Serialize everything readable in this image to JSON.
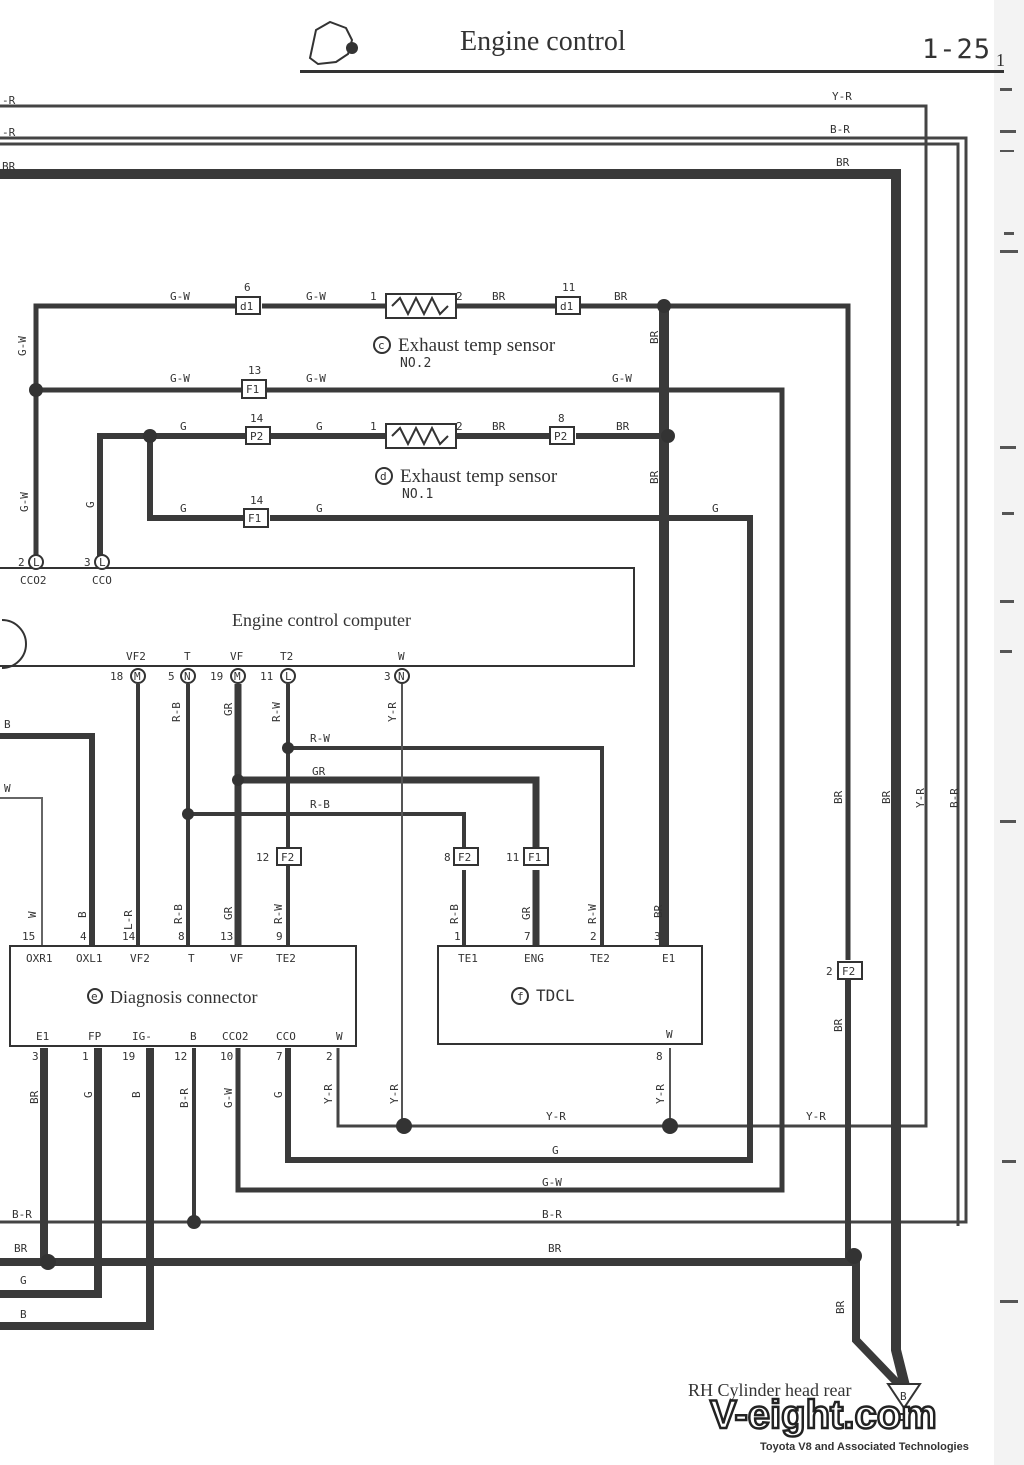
{
  "header": {
    "title": "Engine control",
    "page_number": "1-25",
    "side_mark": "1"
  },
  "ecu": {
    "title": "Engine control computer",
    "top_terminals": [
      {
        "name": "CCO2",
        "pin": "2",
        "connector": "L"
      },
      {
        "name": "CCO",
        "pin": "3",
        "connector": "L"
      }
    ],
    "bottom_terminals": [
      {
        "name": "VF2",
        "pin": "18",
        "connector": "M"
      },
      {
        "name": "T",
        "pin": "5",
        "connector": "N"
      },
      {
        "name": "VF",
        "pin": "19",
        "connector": "M"
      },
      {
        "name": "T2",
        "pin": "11",
        "connector": "L"
      },
      {
        "name": "W",
        "pin": "3",
        "connector": "N"
      }
    ]
  },
  "sensors": {
    "no2": {
      "tag": "c",
      "label": "Exhaust temp sensor",
      "sub": "NO.2",
      "pin_left": "1",
      "pin_right": "2"
    },
    "no1": {
      "tag": "d",
      "label": "Exhaust temp sensor",
      "sub": "NO.1",
      "pin_left": "1",
      "pin_right": "2"
    }
  },
  "connectors": {
    "d1_left": {
      "id": "d1",
      "pin": "6"
    },
    "d1_right": {
      "id": "d1",
      "pin": "11"
    },
    "f1_13": {
      "id": "F1",
      "pin": "13"
    },
    "p2_left": {
      "id": "P2",
      "pin": "14"
    },
    "p2_right": {
      "id": "P2",
      "pin": "8"
    },
    "f1_14": {
      "id": "F1",
      "pin": "14"
    },
    "f2_12": {
      "id": "F2",
      "pin": "12"
    },
    "f2_8": {
      "id": "F2",
      "pin": "8"
    },
    "f1_11": {
      "id": "F1",
      "pin": "11"
    },
    "f2_2": {
      "id": "F2",
      "pin": "2"
    }
  },
  "diagnosis": {
    "tag": "e",
    "label": "Diagnosis connector",
    "top_terminals": [
      "OXR1",
      "OXL1",
      "VF2",
      "T",
      "VF",
      "TE2"
    ],
    "top_pins": [
      "15",
      "4",
      "14",
      "8",
      "13",
      "9"
    ],
    "bottom_terminals": [
      "E1",
      "FP",
      "IG-",
      "B",
      "CCO2",
      "CCO",
      "W"
    ],
    "bottom_pins": [
      "3",
      "1",
      "19",
      "12",
      "10",
      "7",
      "2"
    ]
  },
  "tdcl": {
    "tag": "f",
    "label": "TDCL",
    "top_terminals": [
      "TE1",
      "ENG",
      "TE2",
      "E1"
    ],
    "top_pins": [
      "1",
      "7",
      "2",
      "3"
    ],
    "bottom_terminal": "W",
    "bottom_pin": "8"
  },
  "ground": {
    "label": "RH Cylinder head rear",
    "id": "B"
  },
  "wire_labels": {
    "y_r": "Y-R",
    "b_r": "B-R",
    "br": "BR",
    "g_w": "G-W",
    "g": "G",
    "gr": "GR",
    "r_w": "R-W",
    "r_b": "R-B",
    "l_r": "L-R",
    "b": "B",
    "w": "W"
  },
  "left_edge_labels": [
    "-R",
    "-R",
    "BR",
    "B",
    "W"
  ],
  "bottom_left_labels": [
    "B-R",
    "BR",
    "G",
    "B"
  ],
  "watermark": {
    "brand": "V-eight.com",
    "tagline": "Toyota V8 and Associated Technologies"
  }
}
